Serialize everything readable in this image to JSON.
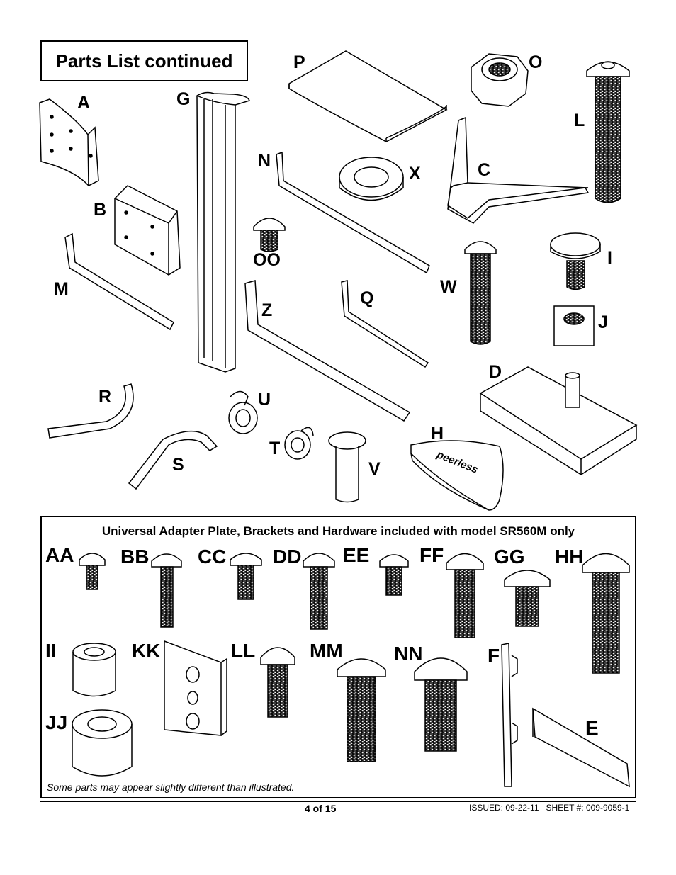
{
  "page_title": "Parts List continued",
  "parts": {
    "A": "A",
    "G": "G",
    "P": "P",
    "O": "O",
    "L": "L",
    "C": "C",
    "X": "X",
    "N": "N",
    "B": "B",
    "OO": "OO",
    "I": "I",
    "M": "M",
    "W": "W",
    "Q": "Q",
    "Z": "Z",
    "J": "J",
    "D": "D",
    "R": "R",
    "U": "U",
    "T": "T",
    "H": "H",
    "S": "S",
    "V": "V"
  },
  "brand_logo_text": "peerless",
  "kit": {
    "header": "Universal Adapter Plate, Brackets and Hardware included with model SR560M only",
    "labels": {
      "AA": "AA",
      "BB": "BB",
      "CC": "CC",
      "DD": "DD",
      "EE": "EE",
      "FF": "FF",
      "GG": "GG",
      "HH": "HH",
      "II": "II",
      "KK": "KK",
      "LL": "LL",
      "MM": "MM",
      "NN": "NN",
      "F": "F",
      "JJ": "JJ",
      "E": "E"
    },
    "note": "Some parts may appear slightly different than illustrated."
  },
  "footer": {
    "page": "4 of 15",
    "issued": "ISSUED: 09-22-11   SHEET #: 009-9059-1"
  }
}
